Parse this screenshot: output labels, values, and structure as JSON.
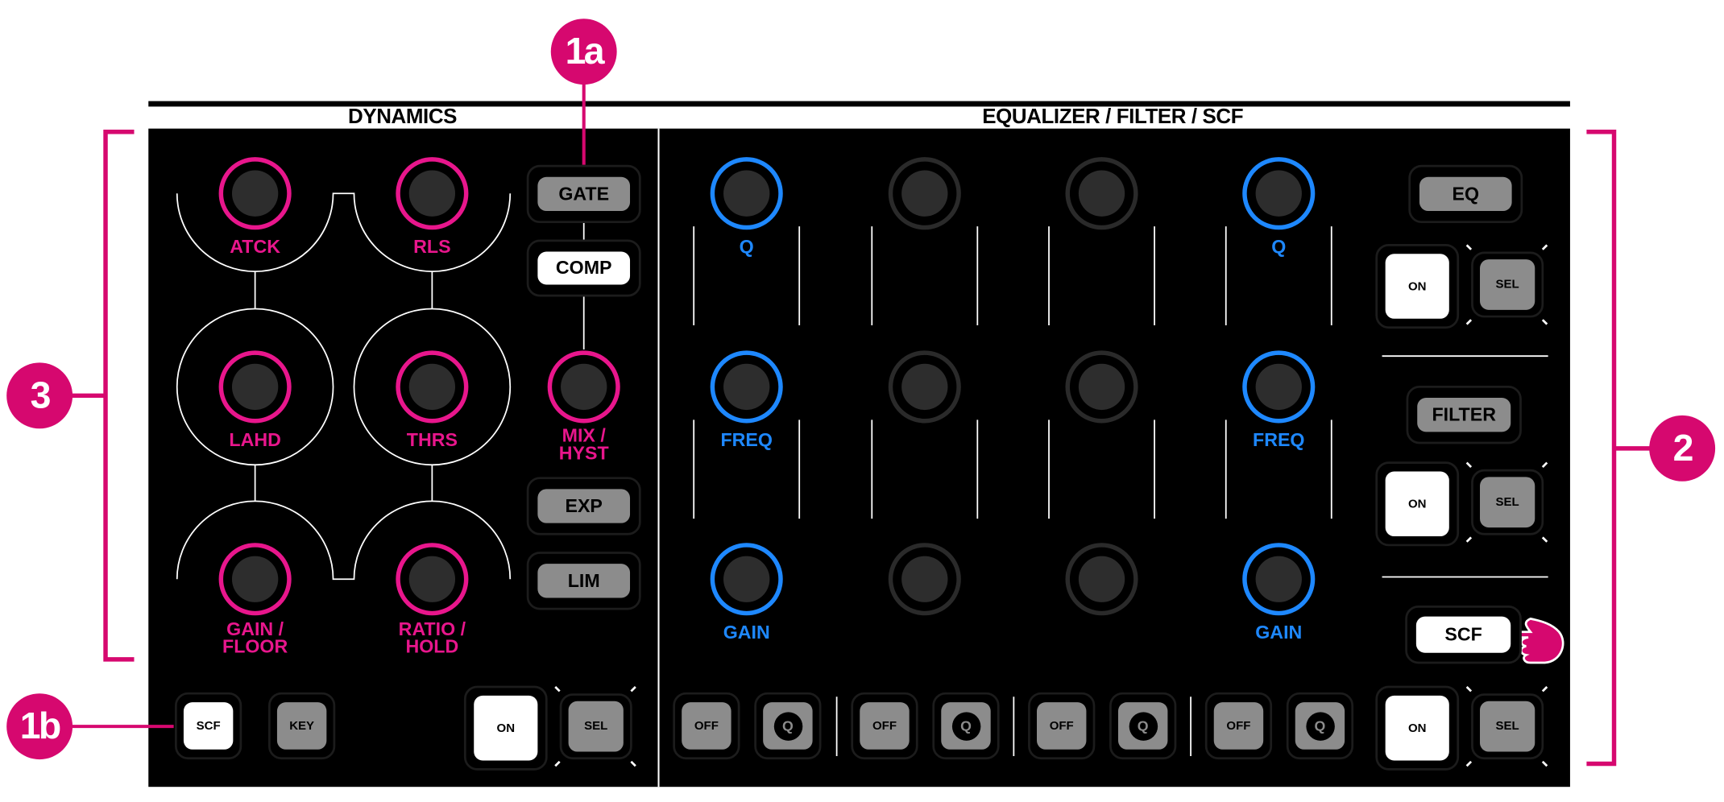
{
  "annotations": {
    "a1a": "1a",
    "a1b": "1b",
    "a2": "2",
    "a3": "3"
  },
  "sections": {
    "dynamics": "DYNAMICS",
    "eq": "EQUALIZER / FILTER / SCF"
  },
  "colors": {
    "dynamics_accent": "#e8168c",
    "eq_accent": "#1e88ff",
    "annotation": "#d6086f",
    "button_gray": "#8c8c8c",
    "knob_body": "#2d2d2d"
  },
  "dynamics": {
    "knobs": [
      {
        "label": "ATCK"
      },
      {
        "label": "RLS"
      },
      {
        "label": "LAHD"
      },
      {
        "label": "THRS"
      },
      {
        "label": "GAIN /\nFLOOR"
      },
      {
        "label": "RATIO /\nHOLD"
      },
      {
        "label": "MIX /\nHYST"
      }
    ],
    "modes": [
      {
        "label": "GATE",
        "active": false
      },
      {
        "label": "COMP",
        "active": true
      },
      {
        "label": "EXP",
        "active": false
      },
      {
        "label": "LIM",
        "active": false
      }
    ],
    "bottom": {
      "scf": "SCF",
      "key": "KEY",
      "on": "ON",
      "sel": "SEL"
    }
  },
  "eq": {
    "bands": [
      {
        "active": true,
        "labels": [
          "Q",
          "FREQ",
          "GAIN"
        ],
        "off": "OFF",
        "q": "Q"
      },
      {
        "active": false,
        "labels": [
          "",
          "",
          ""
        ],
        "off": "OFF",
        "q": "Q"
      },
      {
        "active": false,
        "labels": [
          "",
          "",
          ""
        ],
        "off": "OFF",
        "q": "Q"
      },
      {
        "active": true,
        "labels": [
          "Q",
          "FREQ",
          "GAIN"
        ],
        "off": "OFF",
        "q": "Q"
      }
    ]
  },
  "right": {
    "eq": {
      "label": "EQ",
      "on": "ON",
      "sel": "SEL"
    },
    "filter": {
      "label": "FILTER",
      "on": "ON",
      "sel": "SEL"
    },
    "scf": {
      "label": "SCF",
      "on": "ON",
      "sel": "SEL",
      "icon": "pointing-hand-icon"
    }
  }
}
